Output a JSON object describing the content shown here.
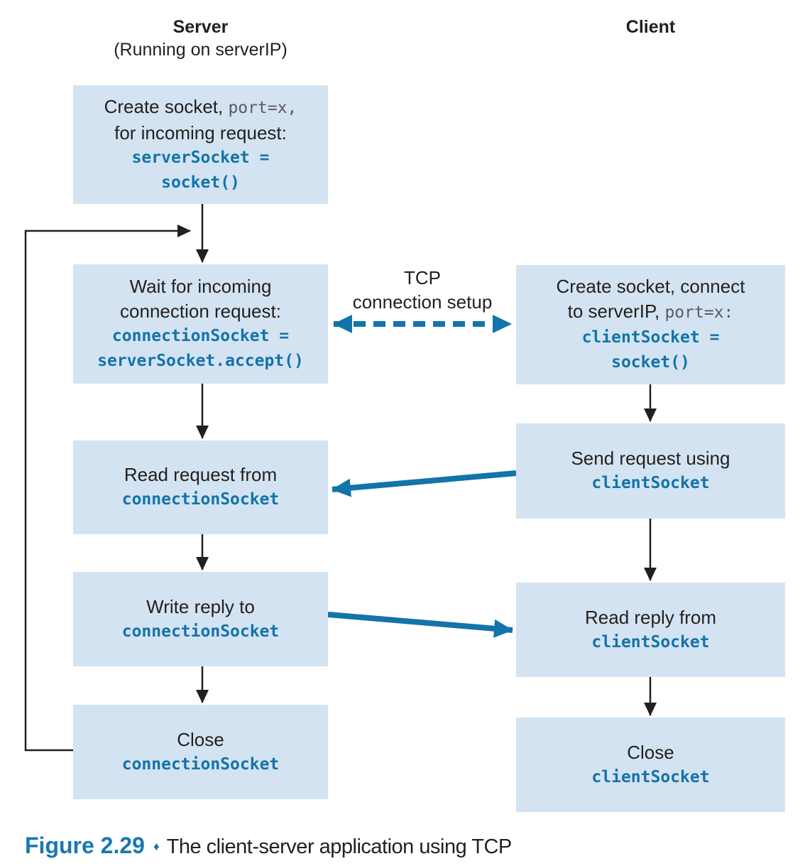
{
  "headers": {
    "server_title": "Server",
    "server_subtitle": "(Running on serverIP)",
    "client_title": "Client"
  },
  "tcp_label": {
    "line1": "TCP",
    "line2": "connection setup"
  },
  "server": {
    "create": {
      "text1": "Create  socket, ",
      "code_inline": "port=x,",
      "text2": "for incoming request:",
      "code1": "serverSocket =",
      "code2": "socket()"
    },
    "wait": {
      "text1": "Wait for incoming",
      "text2": "connection request:",
      "code1": "connectionSocket =",
      "code2": "serverSocket.accept()"
    },
    "read": {
      "text1": "Read request from",
      "code1": "connectionSocket"
    },
    "write": {
      "text1": "Write reply to",
      "code1": "connectionSocket"
    },
    "close": {
      "text1": "Close",
      "code1": "connectionSocket"
    }
  },
  "client": {
    "create": {
      "text1": "Create socket, connect",
      "text2": "to serverIP, ",
      "code_inline": "port=x:",
      "code1": "clientSocket =",
      "code2": "socket()"
    },
    "send": {
      "text1": "Send request using",
      "code1": "clientSocket"
    },
    "read": {
      "text1": "Read reply from",
      "code1": "clientSocket"
    },
    "close": {
      "text1": "Close",
      "code1": "clientSocket"
    }
  },
  "caption": {
    "figure": "Figure 2.29",
    "separator": "♦",
    "text": "The client-server application using TCP"
  },
  "colors": {
    "box_fill": "#d3e3f1",
    "code_blue": "#1473a8",
    "arrow_blue": "#1274a9",
    "caption_blue": "#1778b3",
    "line_black": "#231f20",
    "inline_mono_gray": "#5b5b5e"
  }
}
